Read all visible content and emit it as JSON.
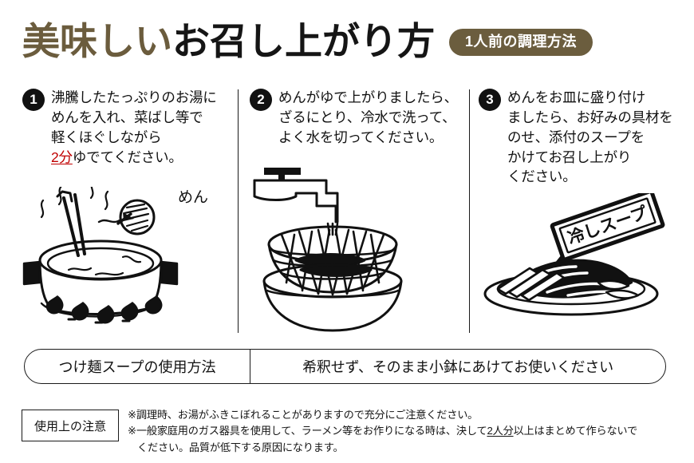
{
  "header": {
    "title_part_brown": "美味しい",
    "title_part_black": "お召し上がり方",
    "badge_label": "1人前の調理方法",
    "badge_color": "#6b5d3e",
    "brown_color": "#6b5c3d"
  },
  "steps": [
    {
      "number": "1",
      "lines": [
        "沸騰したたっぷりのお湯に",
        "めんを入れ、菜ばし等で",
        "軽くほぐしながら"
      ],
      "final_line_highlight": "2分",
      "final_line_rest": "ゆでてください。",
      "highlight_color": "#c00000",
      "illustration": "pot-on-gas-stove-with-chopsticks",
      "illustration_label": "めん"
    },
    {
      "number": "2",
      "lines": [
        "めんがゆで上がりましたら、",
        "ざるにとり、冷水で洗って、",
        "よく水を切ってください。"
      ],
      "illustration": "faucet-colander-over-bowl"
    },
    {
      "number": "3",
      "lines": [
        "めんをお皿に盛り付け",
        "ましたら、お好みの具材を",
        "のせ、添付のスープを",
        "かけてお召し上がり",
        "ください。"
      ],
      "illustration": "plate-of-noodles-with-soup-packet",
      "packet_label": "冷しスープ"
    }
  ],
  "usage_bar": {
    "left_label": "つけ麺スープの使用方法",
    "right_label": "希釈せず、そのまま小鉢にあけてお使いください"
  },
  "footer": {
    "notice_label": "使用上の注意",
    "note_1": "※調理時、お湯がふきこぼれることがありますので充分にご注意ください。",
    "note_2_before": "※一般家庭用のガス器具を使用して、ラーメン等をお作りになる時は、決して",
    "note_2_underline": "2人分",
    "note_2_after": "以上はまとめて作らないで",
    "note_2_cont": "ください。品質が低下する原因になります。"
  }
}
